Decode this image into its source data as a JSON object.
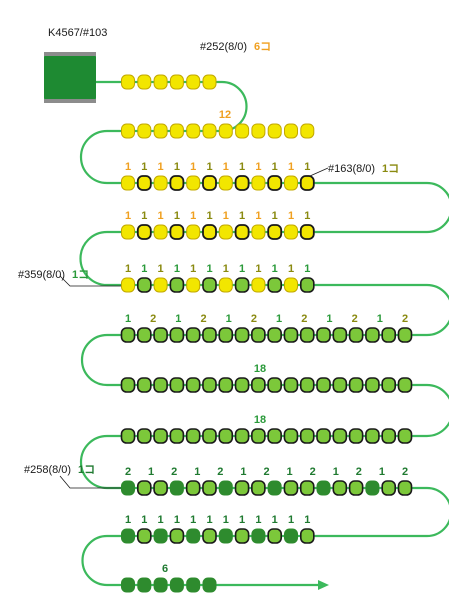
{
  "spool_label": "K4567/#103",
  "colors": {
    "thread": "#3cb95c",
    "spool_green": "#1e8a32",
    "spool_gray": "#8c8c8c",
    "bead_yellow_fill": "#f2e600",
    "bead_yellow_edge": "#c2a800",
    "bead_lime_fill": "#7cc83a",
    "bead_dark_fill": "#2e8b2e",
    "bead_black_edge": "#1a1a1a",
    "text_orange": "#f0a020",
    "text_olive": "#8a8a10",
    "text_green": "#2a9a3a",
    "text_dark_green": "#1f7a30"
  },
  "bead_labels": {
    "b252": {
      "code": "#252(8/0)",
      "count": "6コ"
    },
    "b163": {
      "code": "#163(8/0)",
      "count": "1コ"
    },
    "b359": {
      "code": "#359(8/0)",
      "count": "1コ"
    },
    "b258": {
      "code": "#258(8/0)",
      "count": "1コ"
    }
  },
  "rows": [
    {
      "beads": "YYYYYY",
      "counts": []
    },
    {
      "beads": "YYYYYYYYYYYY",
      "counts": [],
      "label_text": "12"
    },
    {
      "beads": "YAYAYAYAYAYA",
      "counts": [
        "1",
        "1",
        "1",
        "1",
        "1",
        "1",
        "1",
        "1",
        "1",
        "1",
        "1",
        "1"
      ]
    },
    {
      "beads": "YAYAYAYAYAYA",
      "counts": [
        "1",
        "1",
        "1",
        "1",
        "1",
        "1",
        "1",
        "1",
        "1",
        "1",
        "1",
        "1"
      ]
    },
    {
      "beads": "YLYLYLYLYLYL",
      "counts": [
        "1",
        "1",
        "1",
        "1",
        "1",
        "1",
        "1",
        "1",
        "1",
        "1",
        "1",
        "1"
      ]
    },
    {
      "beads": "GLLGLLGLLGLLGLLGLL",
      "counts": [
        "1",
        "2",
        "1",
        "2",
        "1",
        "2",
        "1",
        "2",
        "1",
        "2",
        "1",
        "2"
      ]
    },
    {
      "beads": "GGGGGGGGGGGGGGGGGG",
      "counts": [],
      "label_text": "18"
    },
    {
      "beads": "GGGGGGGGGGGGGGGGGG",
      "counts": [],
      "label_text": "18"
    },
    {
      "beads": "DGGDGGDGGDGGDGGDGG",
      "counts": [
        "2",
        "1",
        "2",
        "1",
        "2",
        "1",
        "2",
        "1",
        "2",
        "1",
        "2",
        "1",
        "2"
      ]
    },
    {
      "beads": "DGDGDGDGDGDG",
      "counts": [
        "1",
        "1",
        "1",
        "1",
        "1",
        "1",
        "1",
        "1",
        "1",
        "1",
        "1",
        "1"
      ]
    },
    {
      "beads": "DDDDDD",
      "counts": [],
      "label_text": "6"
    }
  ]
}
